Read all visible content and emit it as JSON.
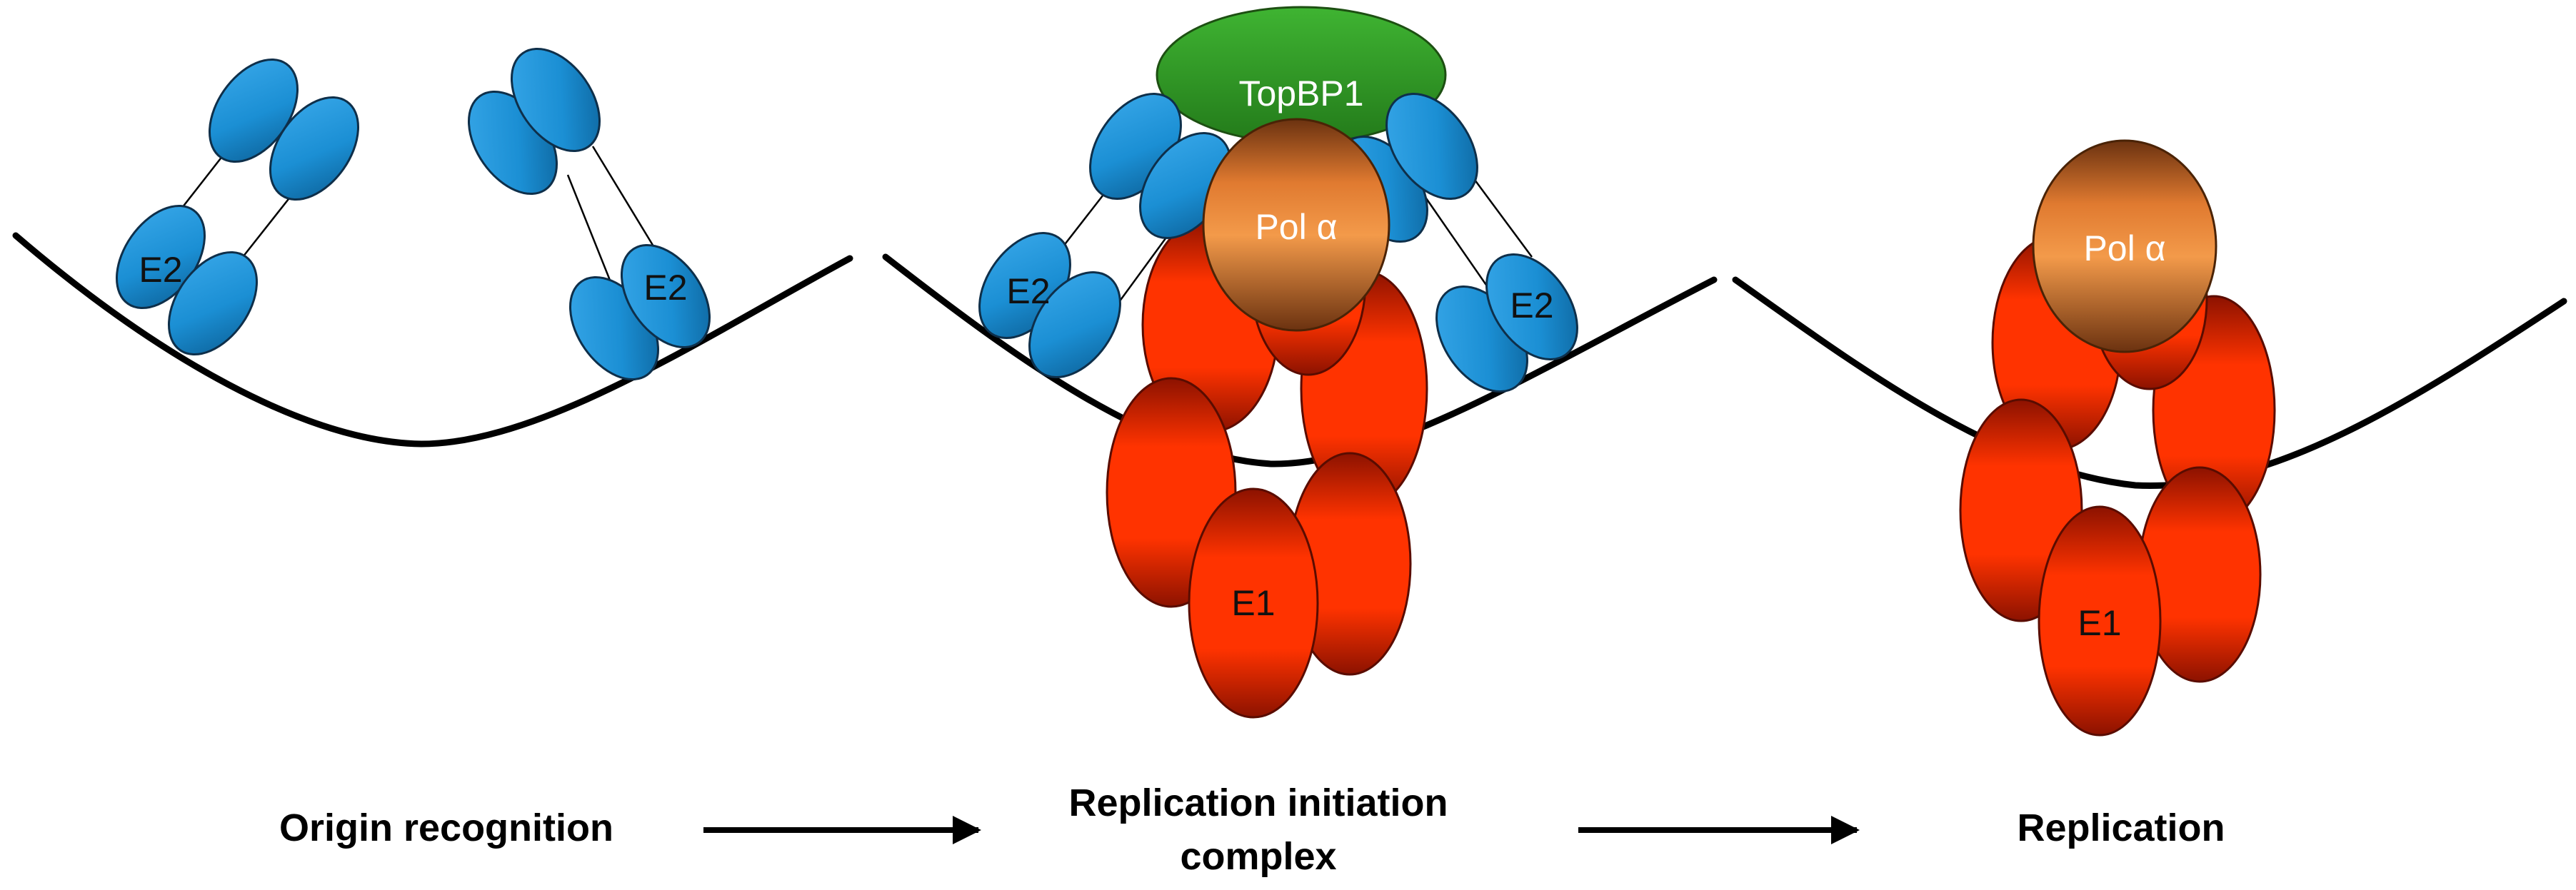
{
  "labels": {
    "e2": "E2",
    "e1": "E1",
    "pol_alpha": "Pol α",
    "topbp1": "TopBP1"
  },
  "stages": {
    "origin_recognition": "Origin recognition",
    "initiation_line1": "Replication initiation",
    "initiation_line2": "complex",
    "replication": "Replication"
  },
  "colors": {
    "e2_blue": "#1b8fd4",
    "e1_red": "#ff3300",
    "pol_orange": "#f28a3a",
    "topbp1_green": "#2f9a25",
    "dna": "#000000"
  }
}
